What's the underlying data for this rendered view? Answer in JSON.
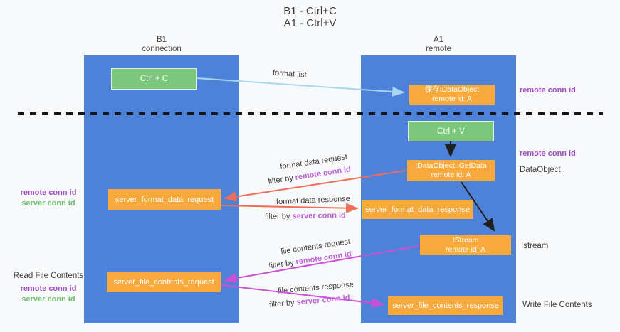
{
  "title": {
    "line1": "B1 - Ctrl+C",
    "line2": "A1 - Ctrl+V"
  },
  "lanes": {
    "left": {
      "name": "B1",
      "role": "connection"
    },
    "right": {
      "name": "A1",
      "role": "remote"
    }
  },
  "boxes": {
    "ctrl_c": "Ctrl + C",
    "ctrl_v": "Ctrl + V",
    "save_dataobject_line1": "保存IDataObject",
    "save_dataobject_line2": "remote id: A",
    "getdata_line1": "IDataObject::GetData",
    "getdata_line2": "remote id: A",
    "istream_line1": "IStream",
    "istream_line2": "remote id: A",
    "server_format_data_request": "server_format_data_request",
    "server_format_data_response": "server_format_data_response",
    "server_file_contents_request": "server_file_contents_request",
    "server_file_contents_response": "server_file_contents_response"
  },
  "arrow_labels": {
    "format_list": "format list",
    "format_data_request": "format data request",
    "format_data_response": "format data response",
    "file_contents_request": "file contents request",
    "file_contents_response": "file contents response",
    "filter_by": "filter by ",
    "remote_conn_id": "remote conn id",
    "server_conn_id": "server conn id"
  },
  "side_labels": {
    "remote_conn_id": "remote conn id",
    "server_conn_id": "server conn id",
    "dataobject": "DataObject",
    "istream": "Istream",
    "read_file_contents": "Read File Contents",
    "write_file_contents": "Write File Contents"
  },
  "colors": {
    "lane_blue": "#4d82d8",
    "box_green": "#7bc77c",
    "box_orange": "#f8a93c",
    "purple_bold": "#a04ec4",
    "purple_inline": "#bd62d4",
    "green_text": "#6cbf6c",
    "arrow_salmon": "#ef6e58",
    "arrow_magenta": "#cc4fd6",
    "arrow_lightblue": "#a8d6f0",
    "arrow_black": "#1f1f1f"
  }
}
